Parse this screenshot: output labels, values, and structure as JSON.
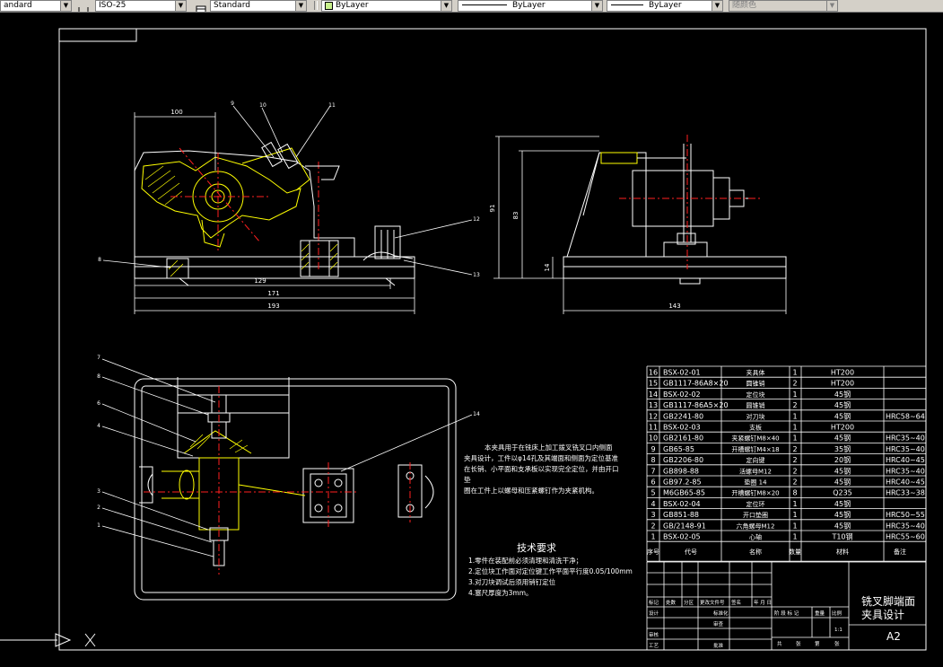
{
  "toolbar": {
    "text_style": "andard",
    "dim_style": "ISO-25",
    "table_style": "Standard",
    "layer": "ByLayer",
    "linetype": "ByLayer",
    "lineweight": "ByLayer",
    "plot_style": "随颜色"
  },
  "drawing": {
    "dims_front": [
      "100",
      "129",
      "171",
      "193"
    ],
    "dims_side": [
      "91",
      "83",
      "14",
      "143"
    ],
    "balloons_front": [
      "9",
      "10",
      "11",
      "12",
      "13",
      "8"
    ],
    "balloons_top": [
      "7",
      "8",
      "6",
      "4",
      "3",
      "2",
      "1",
      "14"
    ],
    "notes_block": [
      "本夹具用于在铣床上加工拨叉铣叉口内侧面",
      "夹具设计，工件以φ14孔及其端面和侧面为定位基准",
      "在长销、小平面和支承板以实现完全定位，并由开口",
      "垫",
      "圈在工件上以螺母和压紧螺钉作为夹紧机构。"
    ],
    "tech_title": "技术要求",
    "tech_reqs": [
      "1.零件在装配前必须清理和清洗干净；",
      "2.定位块工作面对定位键工作平面平行度0.05/100mm",
      "3.对刀块调试后须用销钉定位",
      "4.塞尺厚度为3mm。"
    ]
  },
  "bom": {
    "rows": [
      [
        "16",
        "BSX-02-01",
        "夹具体",
        "1",
        "HT200",
        ""
      ],
      [
        "15",
        "GB1117-86A8×20",
        "圆锥销",
        "2",
        "HT200",
        ""
      ],
      [
        "14",
        "BSX-02-02",
        "定位块",
        "1",
        "45钢",
        ""
      ],
      [
        "13",
        "GB1117-86A5×20",
        "圆锥销",
        "2",
        "45钢",
        ""
      ],
      [
        "12",
        "GB2241-80",
        "对刀块",
        "1",
        "45钢",
        "HRC58~64"
      ],
      [
        "11",
        "BSX-02-03",
        "支板",
        "1",
        "HT200",
        ""
      ],
      [
        "10",
        "GB2161-80",
        "夹紧螺钉M8×40",
        "1",
        "45钢",
        "HRC35~40"
      ],
      [
        "9",
        "GB65-85",
        "开槽螺钉M4×18",
        "2",
        "35钢",
        "HRC35~40"
      ],
      [
        "8",
        "GB2206-80",
        "定向键",
        "2",
        "20钢",
        "HRC40~45"
      ],
      [
        "7",
        "GB898-88",
        "活螺母M12",
        "2",
        "45钢",
        "HRC35~40"
      ],
      [
        "6",
        "GB97.2-85",
        "垫圈 14",
        "2",
        "45钢",
        "HRC40~45"
      ],
      [
        "5",
        "M6GB65-85",
        "开槽螺钉M8×20",
        "8",
        "Q235",
        "HRC33~38"
      ],
      [
        "4",
        "BSX-02-04",
        "定位环",
        "1",
        "45钢",
        ""
      ],
      [
        "3",
        "GB851-88",
        "开口垫圈",
        "1",
        "45钢",
        "HRC50~55"
      ],
      [
        "2",
        "GB/2148-91",
        "六角螺母M12",
        "1",
        "45钢",
        "HRC35~40"
      ],
      [
        "1",
        "BSX-02-05",
        "心轴",
        "1",
        "T10钢",
        "HRC55~60"
      ]
    ],
    "header": [
      "序号",
      "代号",
      "名称",
      "数量",
      "材料",
      "备注"
    ]
  },
  "title_block": {
    "title_line1": "铣叉脚端面",
    "title_line2": "夹具设计",
    "sheet_size": "A2",
    "labels_row": [
      "标记",
      "处数",
      "分区",
      "更改文件号",
      "签名",
      "年 月 日"
    ],
    "left_labels": [
      "设计",
      "审核",
      "工艺"
    ],
    "mid_labels": [
      "标准化",
      "批准",
      "审查"
    ],
    "stage_labels": [
      "阶 段 标 记",
      "重量",
      "比例"
    ],
    "scale": "1:1",
    "sheet_labels": [
      "共",
      "张",
      "第",
      "张"
    ]
  },
  "colors": {
    "background": "#000000",
    "line": "#ffffff",
    "part": "#ffff00",
    "center": "#ff2020",
    "hatch": "#ffff00"
  }
}
